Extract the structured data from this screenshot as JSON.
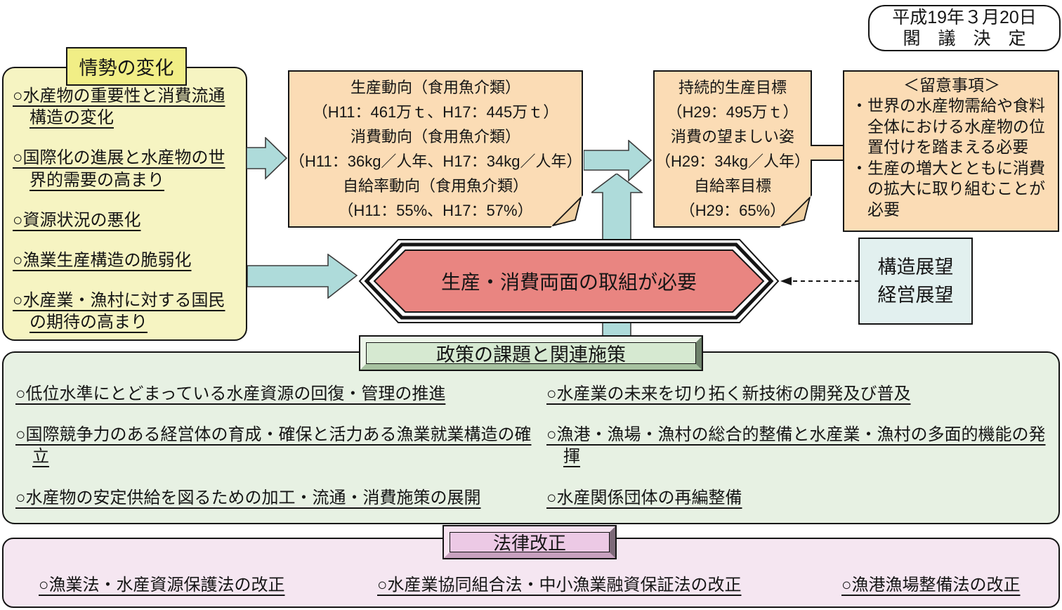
{
  "date_box": {
    "line1": "平成19年３月20日",
    "line2": "閣　議　決　定"
  },
  "situation": {
    "title": "情勢の変化",
    "items": [
      "○水産物の重要性と消費流通構造の変化",
      "○国際化の進展と水産物の世界的需要の高まり",
      "○資源状況の悪化",
      "○漁業生産構造の脆弱化",
      "○水産業・漁村に対する国民の期待の高まり"
    ]
  },
  "production_trends": {
    "lines": [
      "生産動向（食用魚介類）",
      "（H11：461万ｔ、H17：445万ｔ）",
      "消費動向（食用魚介類）",
      "（H11：36kg／人年、H17：34kg／人年）",
      "自給率動向（食用魚介類）",
      "（H11：55%、H17：57%）"
    ]
  },
  "targets": {
    "lines": [
      "持続的生産目標",
      "（H29：495万ｔ）",
      "消費の望ましい姿",
      "（H29：34kg／人年）",
      "自給率目標",
      "（H29：65%）"
    ]
  },
  "notes": {
    "title": "＜留意事項＞",
    "items": [
      "・世界の水産物需給や食料全体における水産物の位置付けを踏まえる必要",
      "・生産の増大とともに消費の拡大に取り組むことが必要"
    ]
  },
  "octagon": {
    "label": "生産・消費両面の取組が必要"
  },
  "outlook": {
    "lines": [
      "構造展望",
      "経営展望"
    ]
  },
  "policy": {
    "title": "政策の課題と関連施策",
    "left_items": [
      "○低位水準にとどまっている水産資源の回復・管理の推進",
      "○国際競争力のある経営体の育成・確保と活力ある漁業就業構造の確立",
      "○水産物の安定供給を図るための加工・流通・消費施策の展開"
    ],
    "right_items": [
      "○水産業の未来を切り拓く新技術の開発及び普及",
      "○漁港・漁場・漁村の総合的整備と水産業・漁村の多面的機能の発揮",
      "○水産関係団体の再編整備"
    ]
  },
  "law": {
    "title": "法律改正",
    "items": [
      "○漁業法・水産資源保護法の改正",
      "○水産業協同組合法・中小漁業融資保証法の改正",
      "○漁港漁場整備法の改正"
    ]
  },
  "colors": {
    "yellow_panel": "#F6F4C2",
    "yellow_header": "#F1EE86",
    "peach_note": "#FBDCB5",
    "teal_arrow": "#AEDBDA",
    "red_octagon": "#E98581",
    "pale_cyan_box": "#E2F0EF",
    "green_panel": "#E7F1E3",
    "green_header": "#D6E9D1",
    "pink_panel": "#F5E6F1",
    "pink_header": "#ECC9E5",
    "outline": "#151515"
  }
}
